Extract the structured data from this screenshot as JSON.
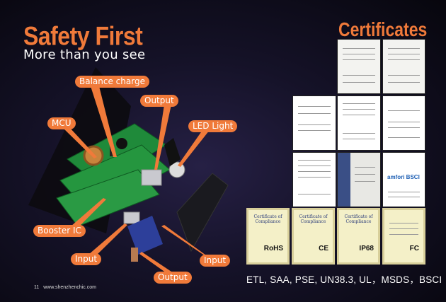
{
  "header": {
    "title": "Safety First",
    "subtitle": "More than you see"
  },
  "labels": {
    "balance_charge": "Balance charge",
    "output_top": "Output",
    "mcu": "MCU",
    "led_light": "LED Light",
    "booster_ic": "Booster IC",
    "input_left": "Input",
    "input_right": "Input",
    "output_bottom": "Output"
  },
  "certificates": {
    "title": "Certificates",
    "marks": [
      "RoHS",
      "CE",
      "IP68",
      "FC"
    ],
    "compliance_header": "Certificate of Compliance",
    "amfori": "amfori BSCI",
    "list": "ETL, SAA, PSE, UN38.3, UL，MSDS，BSCI"
  },
  "footer": {
    "page_number": "11",
    "website": "www.shenzhenchic.com"
  },
  "colors": {
    "accent": "#f07a3a",
    "background": "#151228"
  }
}
